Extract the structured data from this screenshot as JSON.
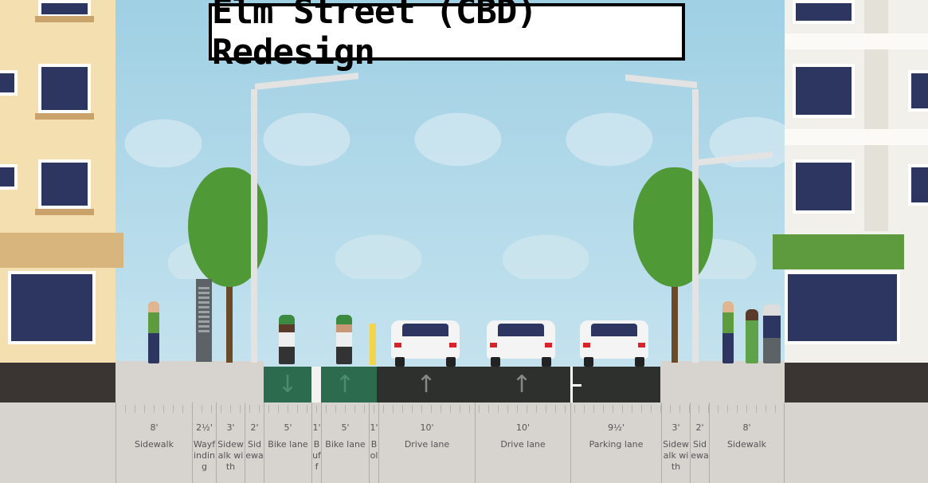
{
  "title": "Elm Street (CBD) Redesign",
  "segments": [
    {
      "width": "8'",
      "name": "Sidewalk"
    },
    {
      "width": "2½'",
      "name": "Wayfinding"
    },
    {
      "width": "3'",
      "name": "Sidewalk with"
    },
    {
      "width": "2'",
      "name": "Sidewa"
    },
    {
      "width": "5'",
      "name": "Bike lane"
    },
    {
      "width": "1'",
      "name": "Buff"
    },
    {
      "width": "5'",
      "name": "Bike lane"
    },
    {
      "width": "1'",
      "name": "Bol"
    },
    {
      "width": "10'",
      "name": "Drive lane"
    },
    {
      "width": "10'",
      "name": "Drive lane"
    },
    {
      "width": "9½'",
      "name": "Parking lane"
    },
    {
      "width": "3'",
      "name": "Sidewalk with"
    },
    {
      "width": "2'",
      "name": "Sidewa"
    },
    {
      "width": "8'",
      "name": "Sidewalk"
    }
  ],
  "icons": [
    "arrow-down-icon",
    "arrow-up-icon"
  ]
}
